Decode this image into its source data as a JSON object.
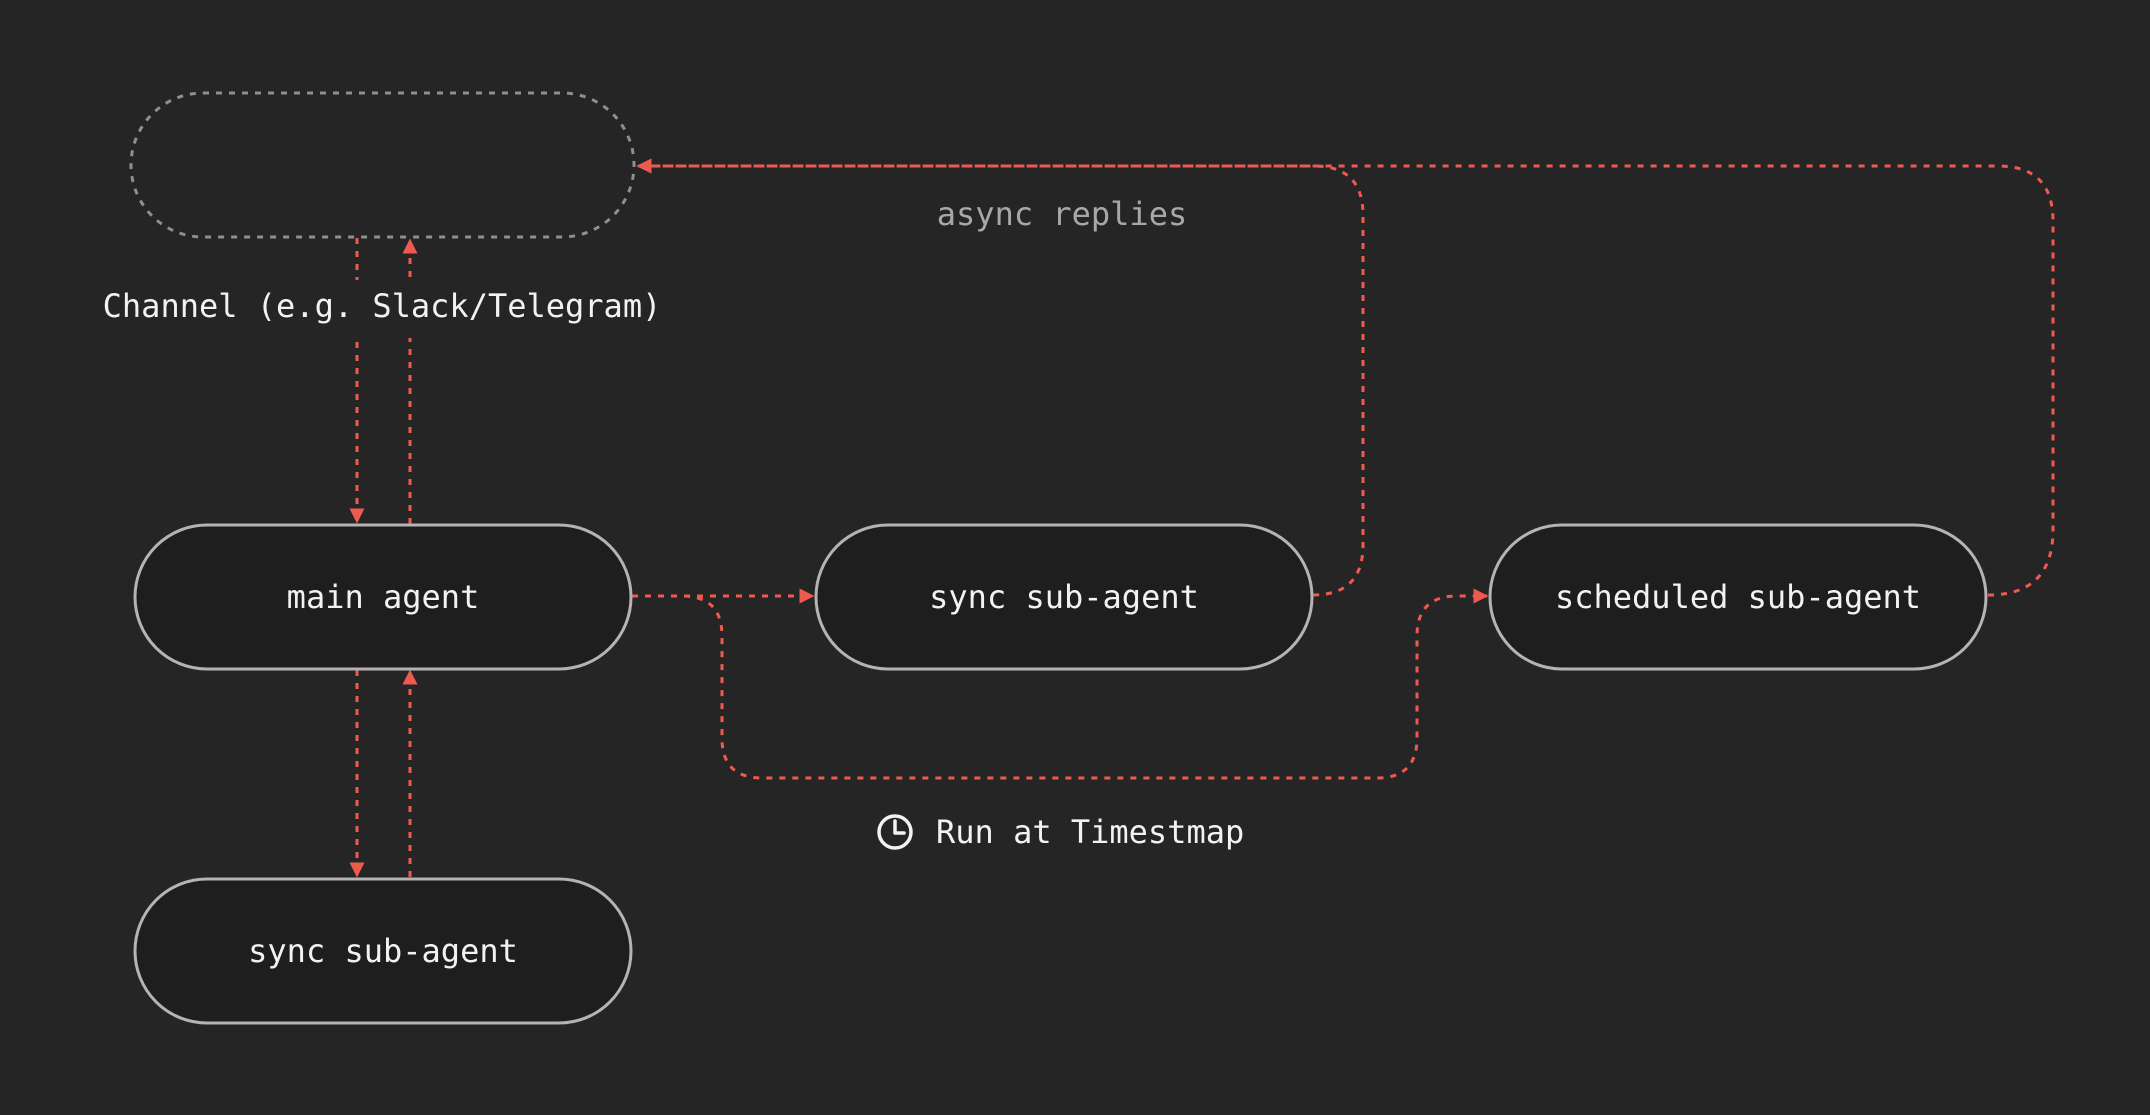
{
  "colors": {
    "background": "#252525",
    "node_fill": "#1e1e1e",
    "node_border": "#b4b4b4",
    "channel_border": "#8f8f8f",
    "edge": "#ef5a4f",
    "text": "#f2f2f2",
    "muted_text": "#a8a8a8"
  },
  "nodes": {
    "channel": {
      "label": "Channel (e.g. Slack/Telegram)"
    },
    "main_agent": {
      "label": "main agent"
    },
    "sync_sub_agent_right": {
      "label": "sync sub-agent"
    },
    "scheduled_sub_agent": {
      "label": "scheduled sub-agent"
    },
    "sync_sub_agent_bottom": {
      "label": "sync sub-agent"
    }
  },
  "edges": {
    "async_replies": {
      "label": "async replies"
    },
    "run_at_timestamp": {
      "label": "Run at Timestmap",
      "icon": "clock-icon"
    }
  }
}
